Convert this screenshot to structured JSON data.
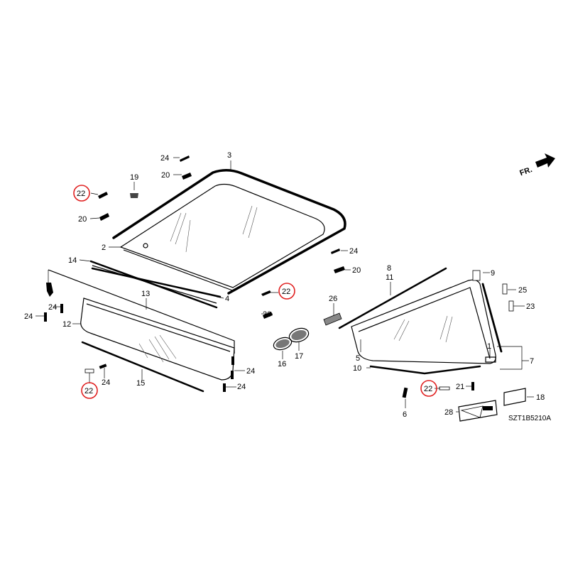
{
  "diagram_code": "SZT1B5210A",
  "direction_label": "FR.",
  "accent_color": "#e02020",
  "callouts": {
    "c1": "1",
    "c2": "2",
    "c3": "3",
    "c4": "4",
    "c5": "5",
    "c6": "6",
    "c7": "7",
    "c8": "8",
    "c9": "9",
    "c10": "10",
    "c11": "11",
    "c12": "12",
    "c13": "13",
    "c14": "14",
    "c15": "15",
    "c16": "16",
    "c17": "17",
    "c18": "18",
    "c19": "19",
    "c20": "20",
    "c21": "21",
    "c22": "22",
    "c23": "23",
    "c24": "24",
    "c25": "25",
    "c26": "26",
    "c28": "28"
  }
}
